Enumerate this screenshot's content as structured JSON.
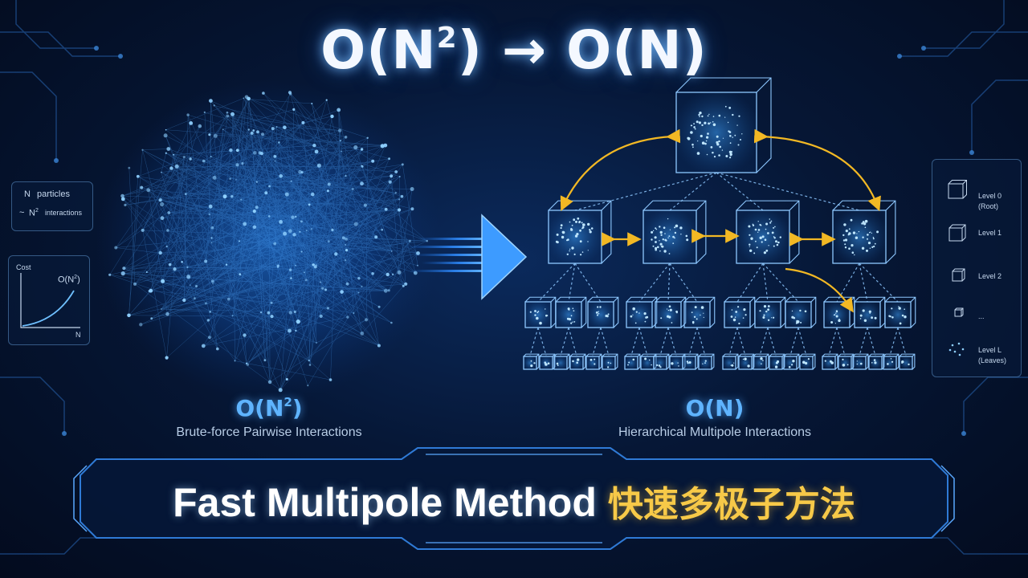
{
  "headline": {
    "left": "O(N",
    "exp": "2",
    "right": ") → O(N)"
  },
  "left_panel": {
    "big_pre": "O(N",
    "big_exp": "2",
    "big_post": ")",
    "subtitle": "Brute-force Pairwise Interactions"
  },
  "right_panel": {
    "big": "O(N)",
    "subtitle": "Hierarchical Multipole Interactions"
  },
  "info_box": {
    "line1_n": "N",
    "line1_text": "particles",
    "line2_prefix": "~",
    "line2_n": "N",
    "line2_exp": "2",
    "line2_text": "interactions"
  },
  "cost_graph": {
    "ylabel": "Cost",
    "xlabel": "N",
    "curve_pre": "O(N",
    "curve_exp": "2",
    "curve_post": ")"
  },
  "legend": {
    "items": [
      {
        "line1": "Level 0",
        "line2": "(Root)"
      },
      {
        "line1": "Level 1",
        "line2": ""
      },
      {
        "line1": "Level 2",
        "line2": ""
      },
      {
        "line1": "...",
        "line2": ""
      },
      {
        "line1": "Level L",
        "line2": "(Leaves)"
      }
    ]
  },
  "banner": {
    "title_en": "Fast Multipole Method",
    "title_cn": "快速多极子方法"
  },
  "colors": {
    "background": "#061736",
    "accent_blue": "#3da2ff",
    "arrow_yellow": "#f2b824",
    "title_yellow": "#f7c948"
  }
}
